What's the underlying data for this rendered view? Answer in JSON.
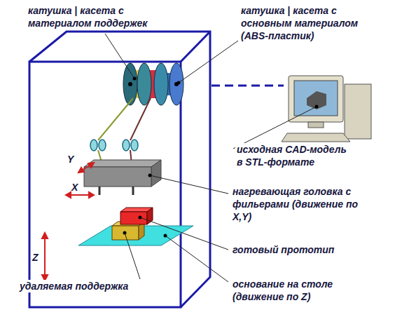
{
  "diagram": {
    "labels": [
      "катушка | касета с материалом поддержек",
      "катушка | касета с основным материалом (ABS-пластик)",
      "исходная CAD-модель в STL-формате",
      "нагревающая головка с фильерами (движение по X,Y)",
      "готовый прототип",
      "удаляемая поддержка",
      "основание на столе (движение по Z)",
      "Y",
      "X",
      "Z"
    ]
  }
}
